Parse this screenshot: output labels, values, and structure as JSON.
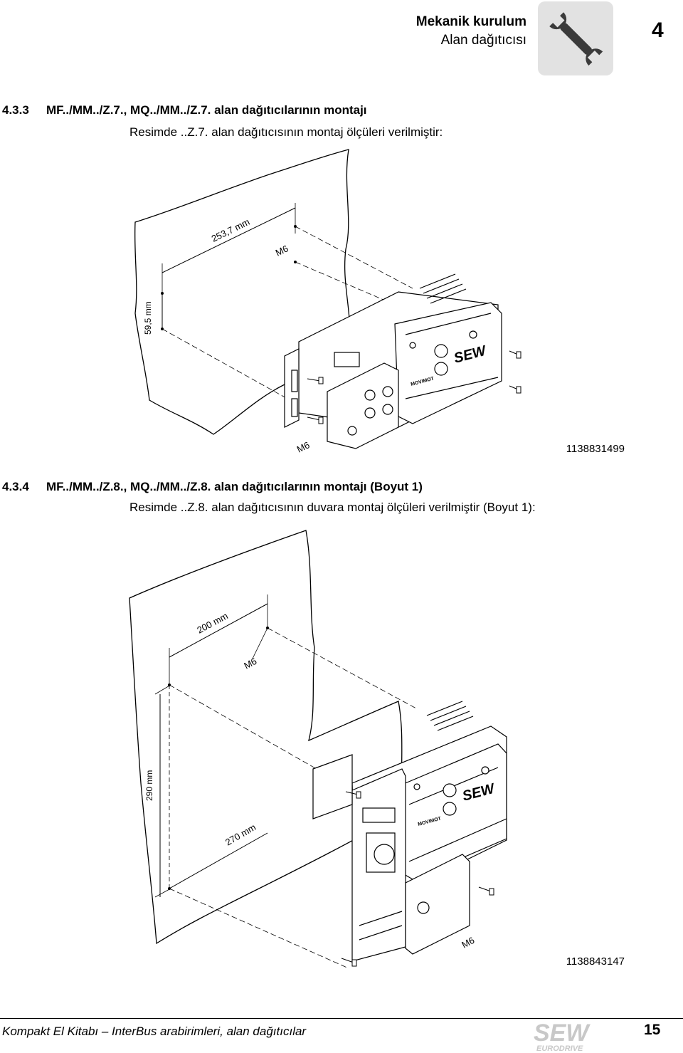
{
  "header": {
    "title": "Mekanik kurulum",
    "subtitle": "Alan dağıtıcısı",
    "chapter": "4",
    "icon": "wrench-icon"
  },
  "section1": {
    "number": "4.3.3",
    "title": "MF../MM../Z.7., MQ../MM../Z.7. alan dağıtıcılarının montajı",
    "text": "Resimde ..Z.7. alan dağıtıcısının montaj ölçüleri verilmiştir:",
    "figure": {
      "dim_horizontal": "253,7 mm",
      "dim_vertical": "59,5 mm",
      "bolt_top": "M6",
      "bolt_bottom": "M6",
      "brand": "SEW",
      "device_label": "MOVIMOT",
      "image_id": "1138831499"
    }
  },
  "section2": {
    "number": "4.3.4",
    "title": "MF../MM../Z.8., MQ../MM../Z.8. alan dağıtıcılarının montajı (Boyut 1)",
    "text": "Resimde ..Z.8. alan dağıtıcısının duvara montaj ölçüleri verilmiştir (Boyut 1):",
    "figure": {
      "dim_horizontal": "200 mm",
      "dim_vertical": "290 mm",
      "dim_diagonal": "270 mm",
      "bolt_top": "M6",
      "bolt_bottom": "M6",
      "brand": "SEW",
      "device_label": "MOVIMOT",
      "image_id": "1138843147"
    }
  },
  "footer": {
    "text": "Kompakt El Kitabı – InterBus arabirimleri, alan dağıtıcılar",
    "logo_main": "SEW",
    "logo_sub": "EURODRIVE",
    "page": "15"
  }
}
